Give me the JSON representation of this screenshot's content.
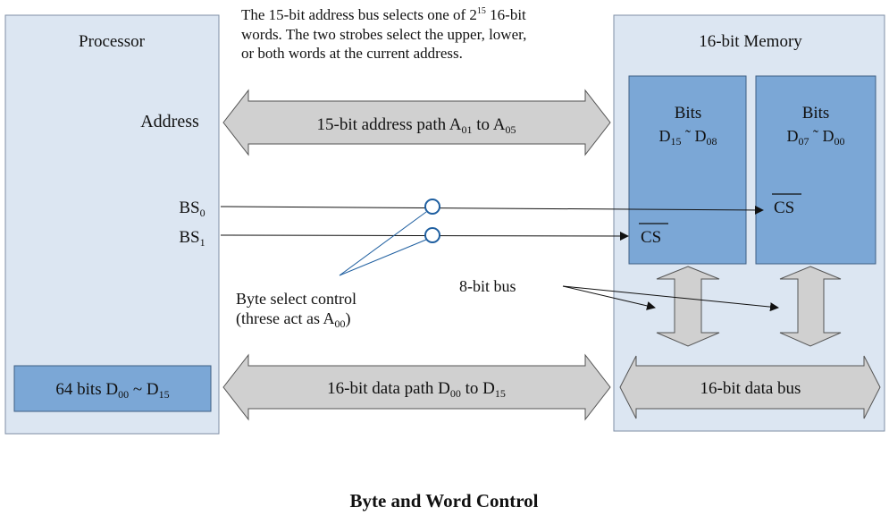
{
  "caption": {
    "line1_a": "The 15-bit address bus selects one of 2",
    "line1_sup": "15",
    "line1_b": " 16-bit",
    "line2": "words. The two strobes select the upper, lower,",
    "line3": "or both words at the current address."
  },
  "processor": {
    "title": "Processor",
    "address_label": "Address",
    "bs0_label": "BS",
    "bs0_sub": "0",
    "bs1_label": "BS",
    "bs1_sub": "1",
    "data_reg": {
      "a": "64 bits D",
      "sub1": "00",
      "b": " ~ D",
      "sub2": "15"
    }
  },
  "address_path": {
    "a": "15-bit address path A",
    "sub1": "01",
    "b": " to A",
    "sub2": "05"
  },
  "data_path": {
    "a": "16-bit data path D",
    "sub1": "00",
    "b": " to D",
    "sub2": "15"
  },
  "byte_select": {
    "line1": "Byte select control",
    "line2_a": "(threse act as A",
    "line2_sub": "00",
    "line2_b": ")"
  },
  "bus_label": "8-bit bus",
  "memory": {
    "title": "16-bit Memory",
    "upper": {
      "line1": "Bits",
      "d1": "D",
      "s1": "15",
      "sep": " ˜ ",
      "d2": "D",
      "s2": "08",
      "cs": "CS"
    },
    "lower": {
      "line1": "Bits",
      "d1": "D",
      "s1": "07",
      "sep": " ˜ ",
      "d2": "D",
      "s2": "00",
      "cs": "CS"
    },
    "data_bus": "16-bit data bus"
  },
  "figure_title": "Byte and Word Control",
  "colors": {
    "panel_fill": "#dce6f2",
    "panel_stroke": "#7f8fa6",
    "bank_fill": "#7ba7d6",
    "bank_stroke": "#3e5f84",
    "arrow_fill": "#d0d0d0",
    "arrow_stroke": "#555555",
    "circle_stroke": "#1f5fa0",
    "pointer_stroke": "#1f5fa0"
  }
}
